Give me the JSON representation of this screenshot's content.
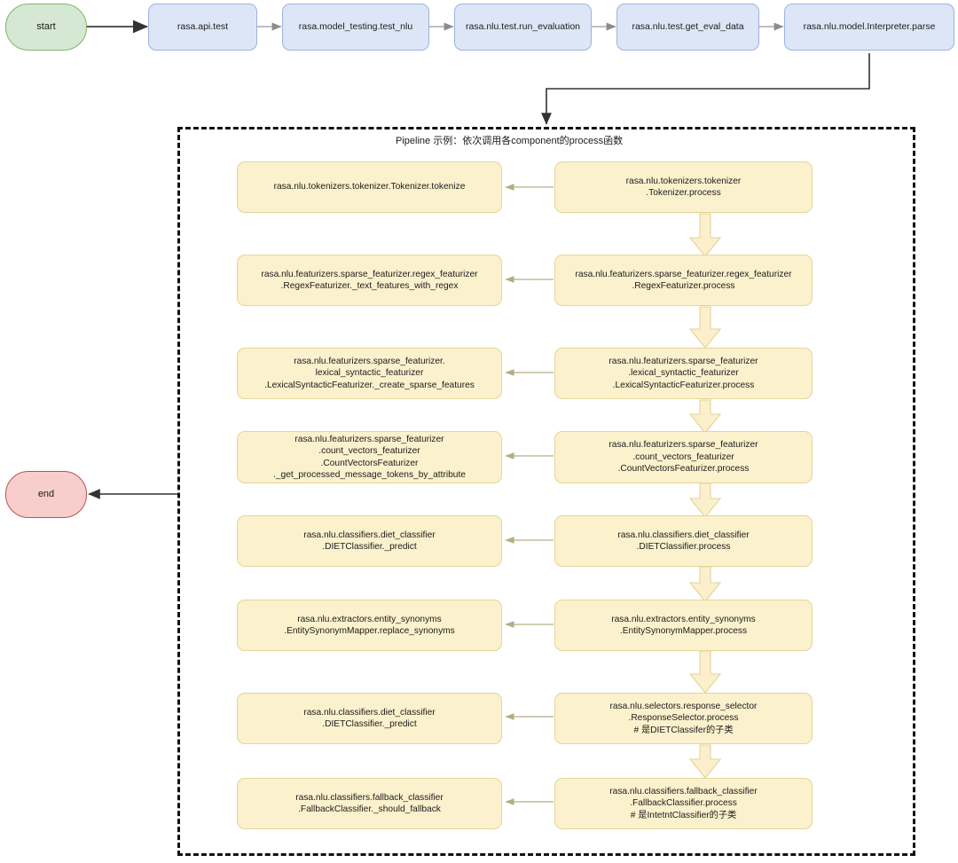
{
  "diagram": {
    "title_caption": "Pipeline 示例：依次调用各component的process函数",
    "colors": {
      "start_fill": "#d5e8d4",
      "start_stroke": "#82b366",
      "end_fill": "#f8cecc",
      "end_stroke": "#b85450",
      "call_fill": "#dde6f7",
      "call_stroke": "#9cb3d9",
      "pipeline_fill": "#fcf1cd",
      "pipeline_stroke": "#e4d59a",
      "container_stroke": "#111111",
      "thin_arrow": "#b3ad84",
      "black_arrow": "#333333"
    },
    "terminals": {
      "start": "start",
      "end": "end"
    },
    "call_chain": [
      "rasa.api.test",
      "rasa.model_testing.test_nlu",
      "rasa.nlu.test.run_evaluation",
      "rasa.nlu.test.get_eval_data",
      "rasa.nlu.model.Interpreter.parse"
    ],
    "pipeline_rows": [
      {
        "process": "rasa.nlu.tokenizers.tokenizer\n.Tokenizer.process",
        "impl": "rasa.nlu.tokenizers.tokenizer.Tokenizer.tokenize"
      },
      {
        "process": "rasa.nlu.featurizers.sparse_featurizer.regex_featurizer\n.RegexFeaturizer.process",
        "impl": "rasa.nlu.featurizers.sparse_featurizer.regex_featurizer\n.RegexFeaturizer._text_features_with_regex"
      },
      {
        "process": "rasa.nlu.featurizers.sparse_featurizer\n.lexical_syntactic_featurizer\n.LexicalSyntacticFeaturizer.process",
        "impl": "rasa.nlu.featurizers.sparse_featurizer.\nlexical_syntactic_featurizer\n.LexicalSyntacticFeaturizer._create_sparse_features"
      },
      {
        "process": "rasa.nlu.featurizers.sparse_featurizer\n.count_vectors_featurizer\n.CountVectorsFeaturizer.process",
        "impl": "rasa.nlu.featurizers.sparse_featurizer\n.count_vectors_featurizer\n.CountVectorsFeaturizer\n._get_processed_message_tokens_by_attribute"
      },
      {
        "process": "rasa.nlu.classifiers.diet_classifier\n.DIETClassifier.process",
        "impl": "rasa.nlu.classifiers.diet_classifier\n.DIETClassifier._predict"
      },
      {
        "process": "rasa.nlu.extractors.entity_synonyms\n.EntitySynonymMapper.process",
        "impl": "rasa.nlu.extractors.entity_synonyms\n.EntitySynonymMapper.replace_synonyms"
      },
      {
        "process": "rasa.nlu.selectors.response_selector\n.ResponseSelector.process\n# 是DIETClassifer的子类",
        "impl": "rasa.nlu.classifiers.diet_classifier\n.DIETClassifier._predict"
      },
      {
        "process": "rasa.nlu.classifiers.fallback_classifier\n.FallbackClassifier.process\n# 是IntetntClassifier的子类",
        "impl": "rasa.nlu.classifiers.fallback_classifier\n.FallbackClassifier._should_fallback"
      }
    ]
  }
}
